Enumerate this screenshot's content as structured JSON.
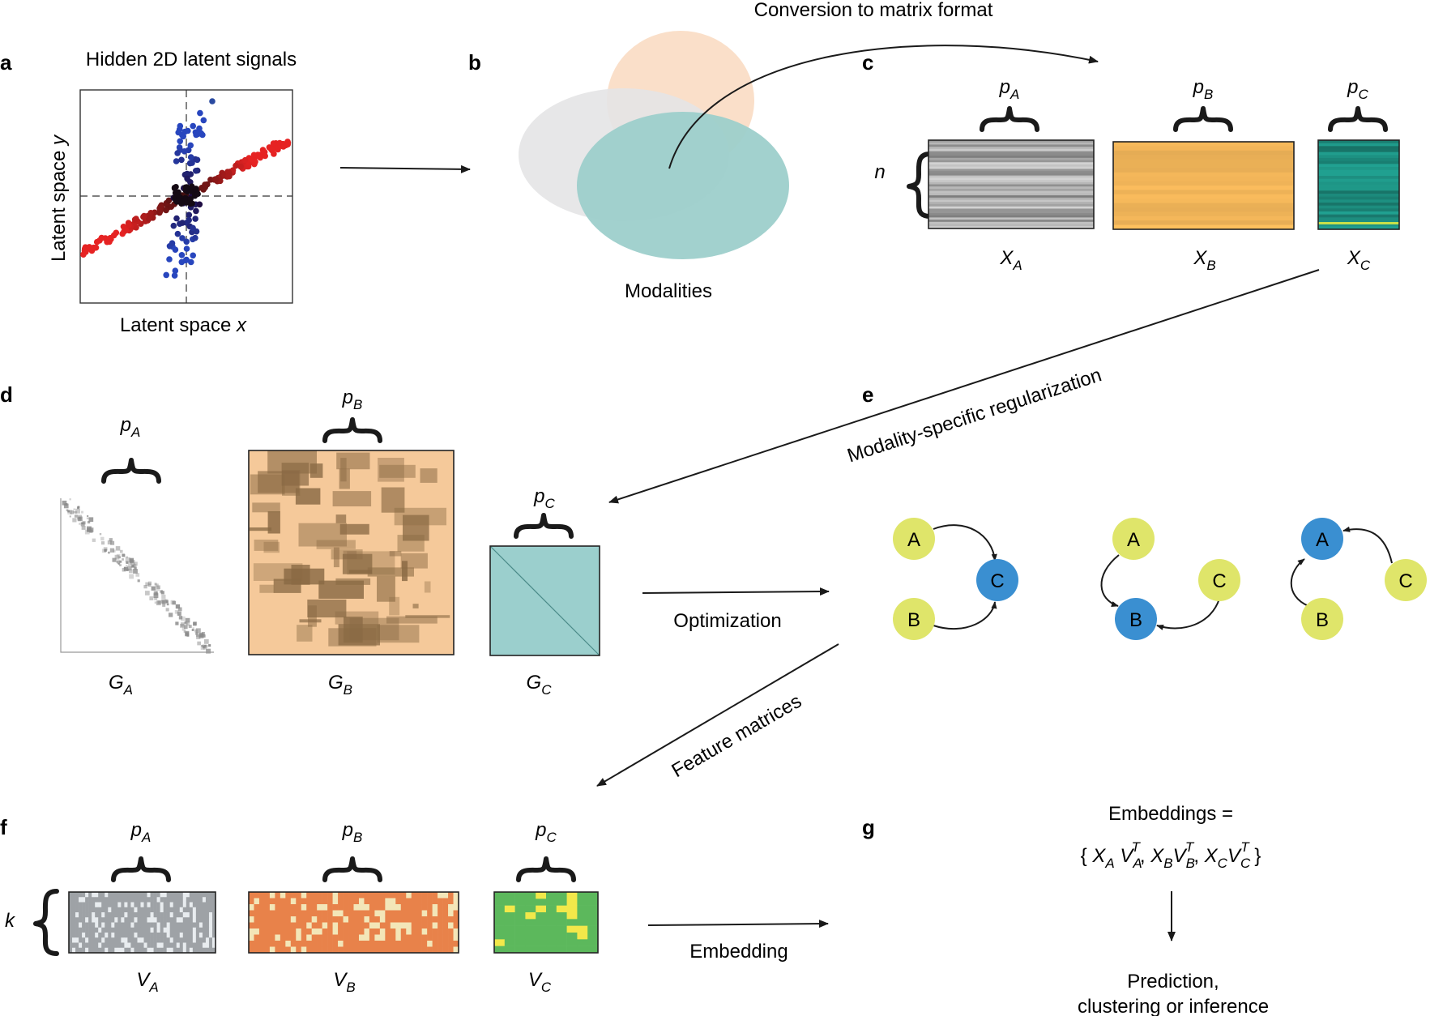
{
  "panels": {
    "a": "a",
    "b": "b",
    "c": "c",
    "d": "d",
    "e": "e",
    "f": "f",
    "g": "g"
  },
  "panel_a": {
    "title": "Hidden 2D latent signals",
    "xlabel_text": "Latent space ",
    "xlabel_var": "x",
    "ylabel_text": "Latent space ",
    "ylabel_var": "y"
  },
  "panel_b": {
    "label": "Modalities",
    "colors": {
      "orange": "#fadfc9",
      "gray": "#e4e4e6",
      "teal": "#9dcfcb"
    }
  },
  "arrows": {
    "conversion": "Conversion to matrix format",
    "regularization": "Modality-specific regularization",
    "optimization": "Optimization",
    "feature_matrices": "Feature matrices",
    "embedding": "Embedding"
  },
  "panel_c": {
    "rows_var": "n",
    "col_vars": [
      "p",
      "p",
      "p"
    ],
    "col_subs": [
      "A",
      "B",
      "C"
    ],
    "names": [
      "X",
      "X",
      "X"
    ],
    "subs": [
      "A",
      "B",
      "C"
    ],
    "colors": {
      "A": "#a8a8a8",
      "B": "#f4b75a",
      "C": "#1a8a7a"
    }
  },
  "panel_d": {
    "col_vars": [
      "p",
      "p",
      "p"
    ],
    "col_subs": [
      "A",
      "B",
      "C"
    ],
    "names": [
      "G",
      "G",
      "G"
    ],
    "subs": [
      "A",
      "B",
      "C"
    ],
    "colors": {
      "B_bg": "#f5c99a",
      "B_dark": "#8a6a44",
      "C_bg": "#9bcfcd"
    }
  },
  "panel_e": {
    "graphs": [
      {
        "nodes": [
          "A",
          "B",
          "C"
        ],
        "target": "C"
      },
      {
        "nodes": [
          "A",
          "B",
          "C"
        ],
        "target": "B"
      },
      {
        "nodes": [
          "A",
          "B",
          "C"
        ],
        "target": "A"
      }
    ],
    "colors": {
      "source": "#dfe56a",
      "target": "#3a8fd1"
    }
  },
  "panel_f": {
    "rows_var": "k",
    "col_vars": [
      "p",
      "p",
      "p"
    ],
    "col_subs": [
      "A",
      "B",
      "C"
    ],
    "names": [
      "V",
      "V",
      "V"
    ],
    "subs": [
      "A",
      "B",
      "C"
    ],
    "colors": {
      "A": "#9a9ea2",
      "B": "#e8824a",
      "C": "#5cb85c"
    }
  },
  "panel_g": {
    "embeddings_label": "Embeddings =",
    "set_open": "{",
    "set_close": "}",
    "terms": [
      {
        "x": "X",
        "xs": "A",
        "v": "V",
        "vs": "A",
        "sup": "T"
      },
      {
        "x": "X",
        "xs": "B",
        "v": "V",
        "vs": "B",
        "sup": "T"
      },
      {
        "x": "X",
        "xs": "C",
        "v": "V",
        "vs": "C",
        "sup": "T"
      }
    ],
    "sep": ",",
    "outcome_line1": "Prediction,",
    "outcome_line2": "clustering or inference"
  }
}
